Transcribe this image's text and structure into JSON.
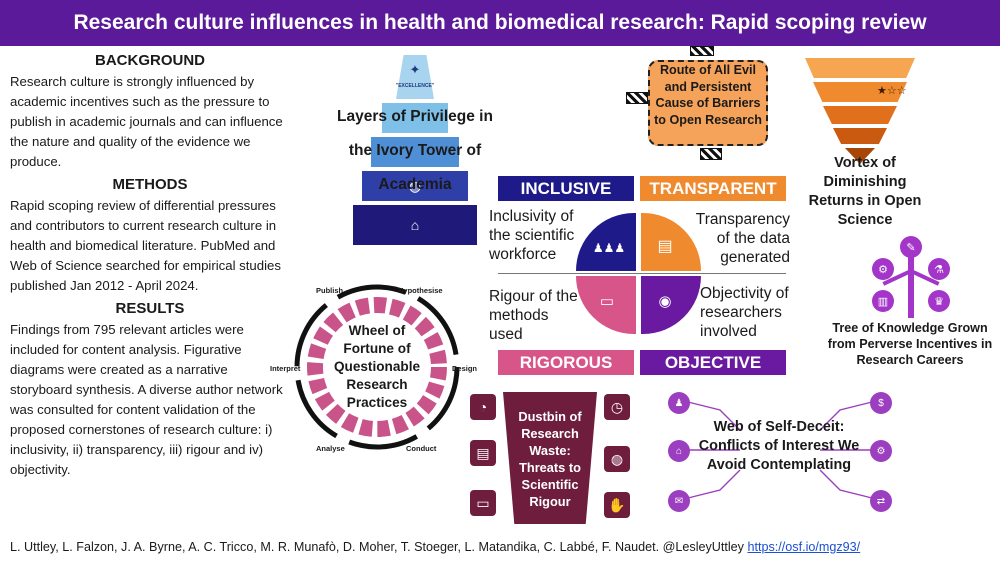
{
  "title": "Research culture influences in health and biomedical research: Rapid scoping review",
  "background": {
    "heading": "BACKGROUND",
    "text": "Research culture is strongly influenced by academic incentives such as the pressure to publish in academic journals and can influence the nature and quality of the evidence we produce."
  },
  "methods": {
    "heading": "METHODS",
    "text": "Rapid scoping review of differential pressures and contributors to current research culture in health and biomedical literature. PubMed and Web of Science searched for empirical studies published Jan 2012 - April 2024."
  },
  "results": {
    "heading": "RESULTS",
    "text": "Findings from 795 relevant articles were included for content analysis. Figurative diagrams were created as a narrative storyboard synthesis. A diverse author network was consulted for content validation of the proposed cornerstones of research culture: i) inclusivity, ii) transparency, iii) rigour and iv) objectivity."
  },
  "pyramid": {
    "title": "Layers of Privilege in the Ivory Tower of Academia",
    "peak_label": "\"EXCELLENCE\""
  },
  "route": {
    "title": "Route of All Evil and Persistent Cause of Barriers to Open Research"
  },
  "vortex": {
    "title": "Vortex of Diminishing Returns in Open Science",
    "stars": "★☆☆"
  },
  "matrix": {
    "inclusive": {
      "head": "INCLUSIVE",
      "text": "Inclusivity of the scientific workforce"
    },
    "transparent": {
      "head": "TRANSPARENT",
      "text": "Transparency of the data generated"
    },
    "rigorous": {
      "head": "RIGOROUS",
      "text": "Rigour of the methods used"
    },
    "objective": {
      "head": "OBJECTIVE",
      "text": "Objectivity of researchers involved"
    }
  },
  "tree": {
    "title": "Tree of Knowledge Grown from Perverse Incentives in Research Careers"
  },
  "wheel": {
    "title": "Wheel of Fortune of Questionable Research Practices",
    "stages": [
      "Publish",
      "Hypothesise",
      "Design",
      "Conduct",
      "Analyse",
      "Interpret"
    ]
  },
  "dustbin": {
    "title": "Dustbin of Research Waste: Threats to Scientific Rigour"
  },
  "web": {
    "title": "Web of Self-Deceit: Conflicts of Interest We Avoid Contemplating"
  },
  "footer": {
    "authors": "L. Uttley, L. Falzon, J. A. Byrne, A. C. Tricco, M. R. Munafò, D. Moher, T. Stoeger, L. Matandika, C. Labbé, F. Naudet. @LesleyUttley",
    "link": "https://osf.io/mgz93/"
  },
  "colors": {
    "banner": "#5b1a9a",
    "inclusive": "#1f1a8a",
    "transparent": "#f08a2e",
    "rigorous": "#d8558a",
    "objective": "#6a1aa0",
    "route_box": "#f5a35a",
    "dustbin": "#6e1e3c",
    "wheel": "#c9548a",
    "tree": "#a336c9"
  }
}
